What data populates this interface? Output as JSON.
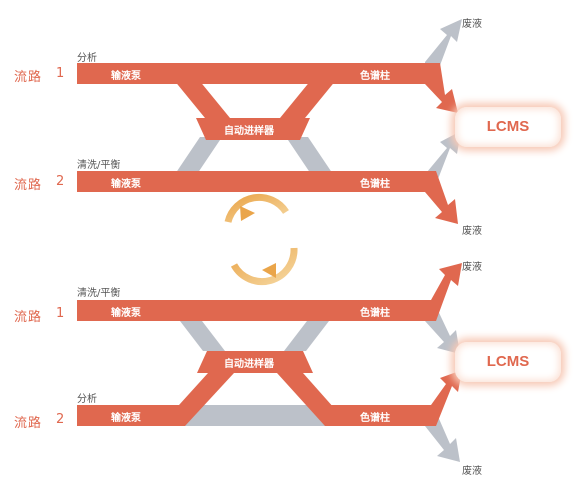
{
  "colors": {
    "active": "#e0684f",
    "active_dark": "#c9543d",
    "inactive": "#bcc1c9",
    "switch": "#eaa54a",
    "text": "#555555"
  },
  "top": {
    "flow1": {
      "name": "流路",
      "num": "1",
      "mode": "分析",
      "pump": "输液泵",
      "column": "色谱柱"
    },
    "flow2": {
      "name": "流路",
      "num": "2",
      "mode": "清洗/平衡",
      "pump": "输液泵",
      "column": "色谱柱"
    },
    "autosampler": "自动进样器",
    "lcms": "LCMS",
    "waste_top": "废液",
    "waste_bottom": "废液"
  },
  "switch_icon": "refresh-cycle-icon",
  "bottom": {
    "flow1": {
      "name": "流路",
      "num": "1",
      "mode": "清洗/平衡",
      "pump": "输液泵",
      "column": "色谱柱"
    },
    "flow2": {
      "name": "流路",
      "num": "2",
      "mode": "分析",
      "pump": "输液泵",
      "column": "色谱柱"
    },
    "autosampler": "自动进样器",
    "lcms": "LCMS",
    "waste_top": "废液",
    "waste_bottom": "废液"
  }
}
